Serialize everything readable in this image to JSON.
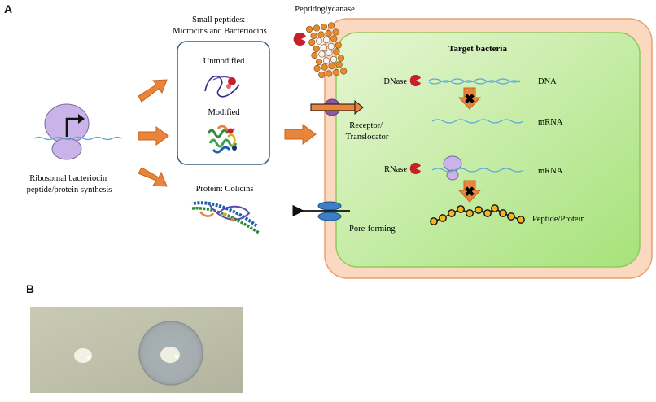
{
  "panel_a": {
    "letter": "A",
    "synthesis_label": [
      "Ribosomal bacteriocin",
      "peptide/protein synthesis"
    ],
    "small_peptides_title": [
      "Small peptides:",
      "Microcins and Bacteriocins"
    ],
    "unmodified_label": "Unmodified",
    "modified_label": "Modified",
    "colicins_label": "Protein: Colicins",
    "peptidoglycanase_label": "Peptidoglycanase",
    "target_title": "Target bacteria",
    "dnase_label": "DNase",
    "dna_label": "DNA",
    "mrna_label_1": "mRNA",
    "rnase_label": "RNase",
    "mrna_label_2": "mRNA",
    "receptor_label": [
      "Receptor/",
      "Translocator"
    ],
    "pore_label": "Pore-forming",
    "peptide_protein_label": "Peptide/Protein"
  },
  "panel_b": {
    "letter": "B"
  },
  "colors": {
    "arrow_orange": "#e8843c",
    "cell_outer": "#fbd8c0",
    "cell_inner": "#d9f0b8",
    "enzyme_red": "#c8202a",
    "ribosome_purple": "#c9b3e8",
    "pore_blue": "#3a7fc8",
    "peptide_yellow": "#f2b51e"
  }
}
